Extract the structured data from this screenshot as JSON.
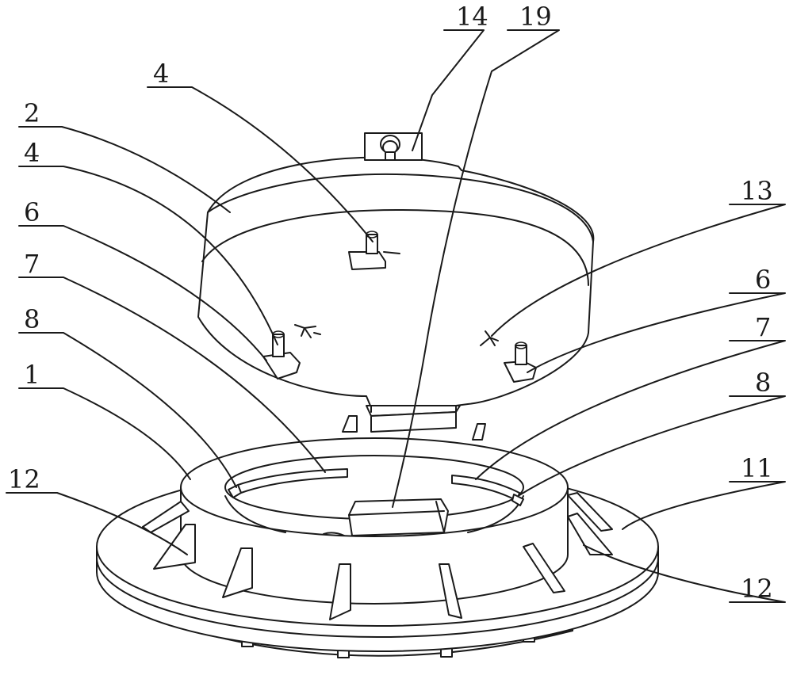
{
  "labels": [
    {
      "id": "lbl-14",
      "text": "14"
    },
    {
      "id": "lbl-19",
      "text": "19"
    },
    {
      "id": "lbl-4-top",
      "text": "4"
    },
    {
      "id": "lbl-2",
      "text": "2"
    },
    {
      "id": "lbl-4-left",
      "text": "4"
    },
    {
      "id": "lbl-6-left",
      "text": "6"
    },
    {
      "id": "lbl-7-left",
      "text": "7"
    },
    {
      "id": "lbl-8-left",
      "text": "8"
    },
    {
      "id": "lbl-1",
      "text": "1"
    },
    {
      "id": "lbl-12-left",
      "text": "12"
    },
    {
      "id": "lbl-13",
      "text": "13"
    },
    {
      "id": "lbl-6-right",
      "text": "6"
    },
    {
      "id": "lbl-7-right",
      "text": "7"
    },
    {
      "id": "lbl-8-right",
      "text": "8"
    },
    {
      "id": "lbl-11",
      "text": "11"
    },
    {
      "id": "lbl-12-right",
      "text": "12"
    }
  ]
}
